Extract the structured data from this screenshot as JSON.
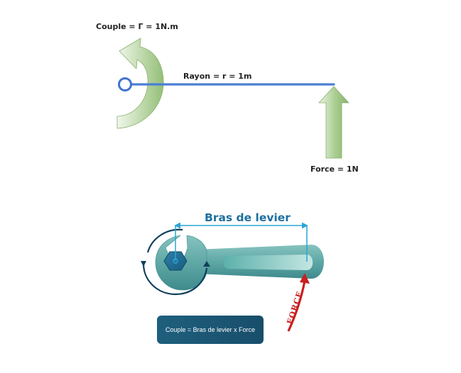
{
  "top_diagram": {
    "torque_label": "Couple = Γ = 1N.m",
    "radius_label": "Rayon = r = 1m",
    "force_label": "Force = 1N"
  },
  "wrench_diagram": {
    "lever_arm_label": "Bras de levier",
    "force_text": "FORCE",
    "formula": "Couple = Bras de levier x Force"
  },
  "colors": {
    "radius_line": "#4a7fd4",
    "pivot": "#3f73cf",
    "green_arrow": "#a6c98c",
    "wrench": "#5fa8a6",
    "lever_arm": "#2aa5d6",
    "force_arrow": "#c8201e",
    "formula_box": "#1e5f7e"
  }
}
